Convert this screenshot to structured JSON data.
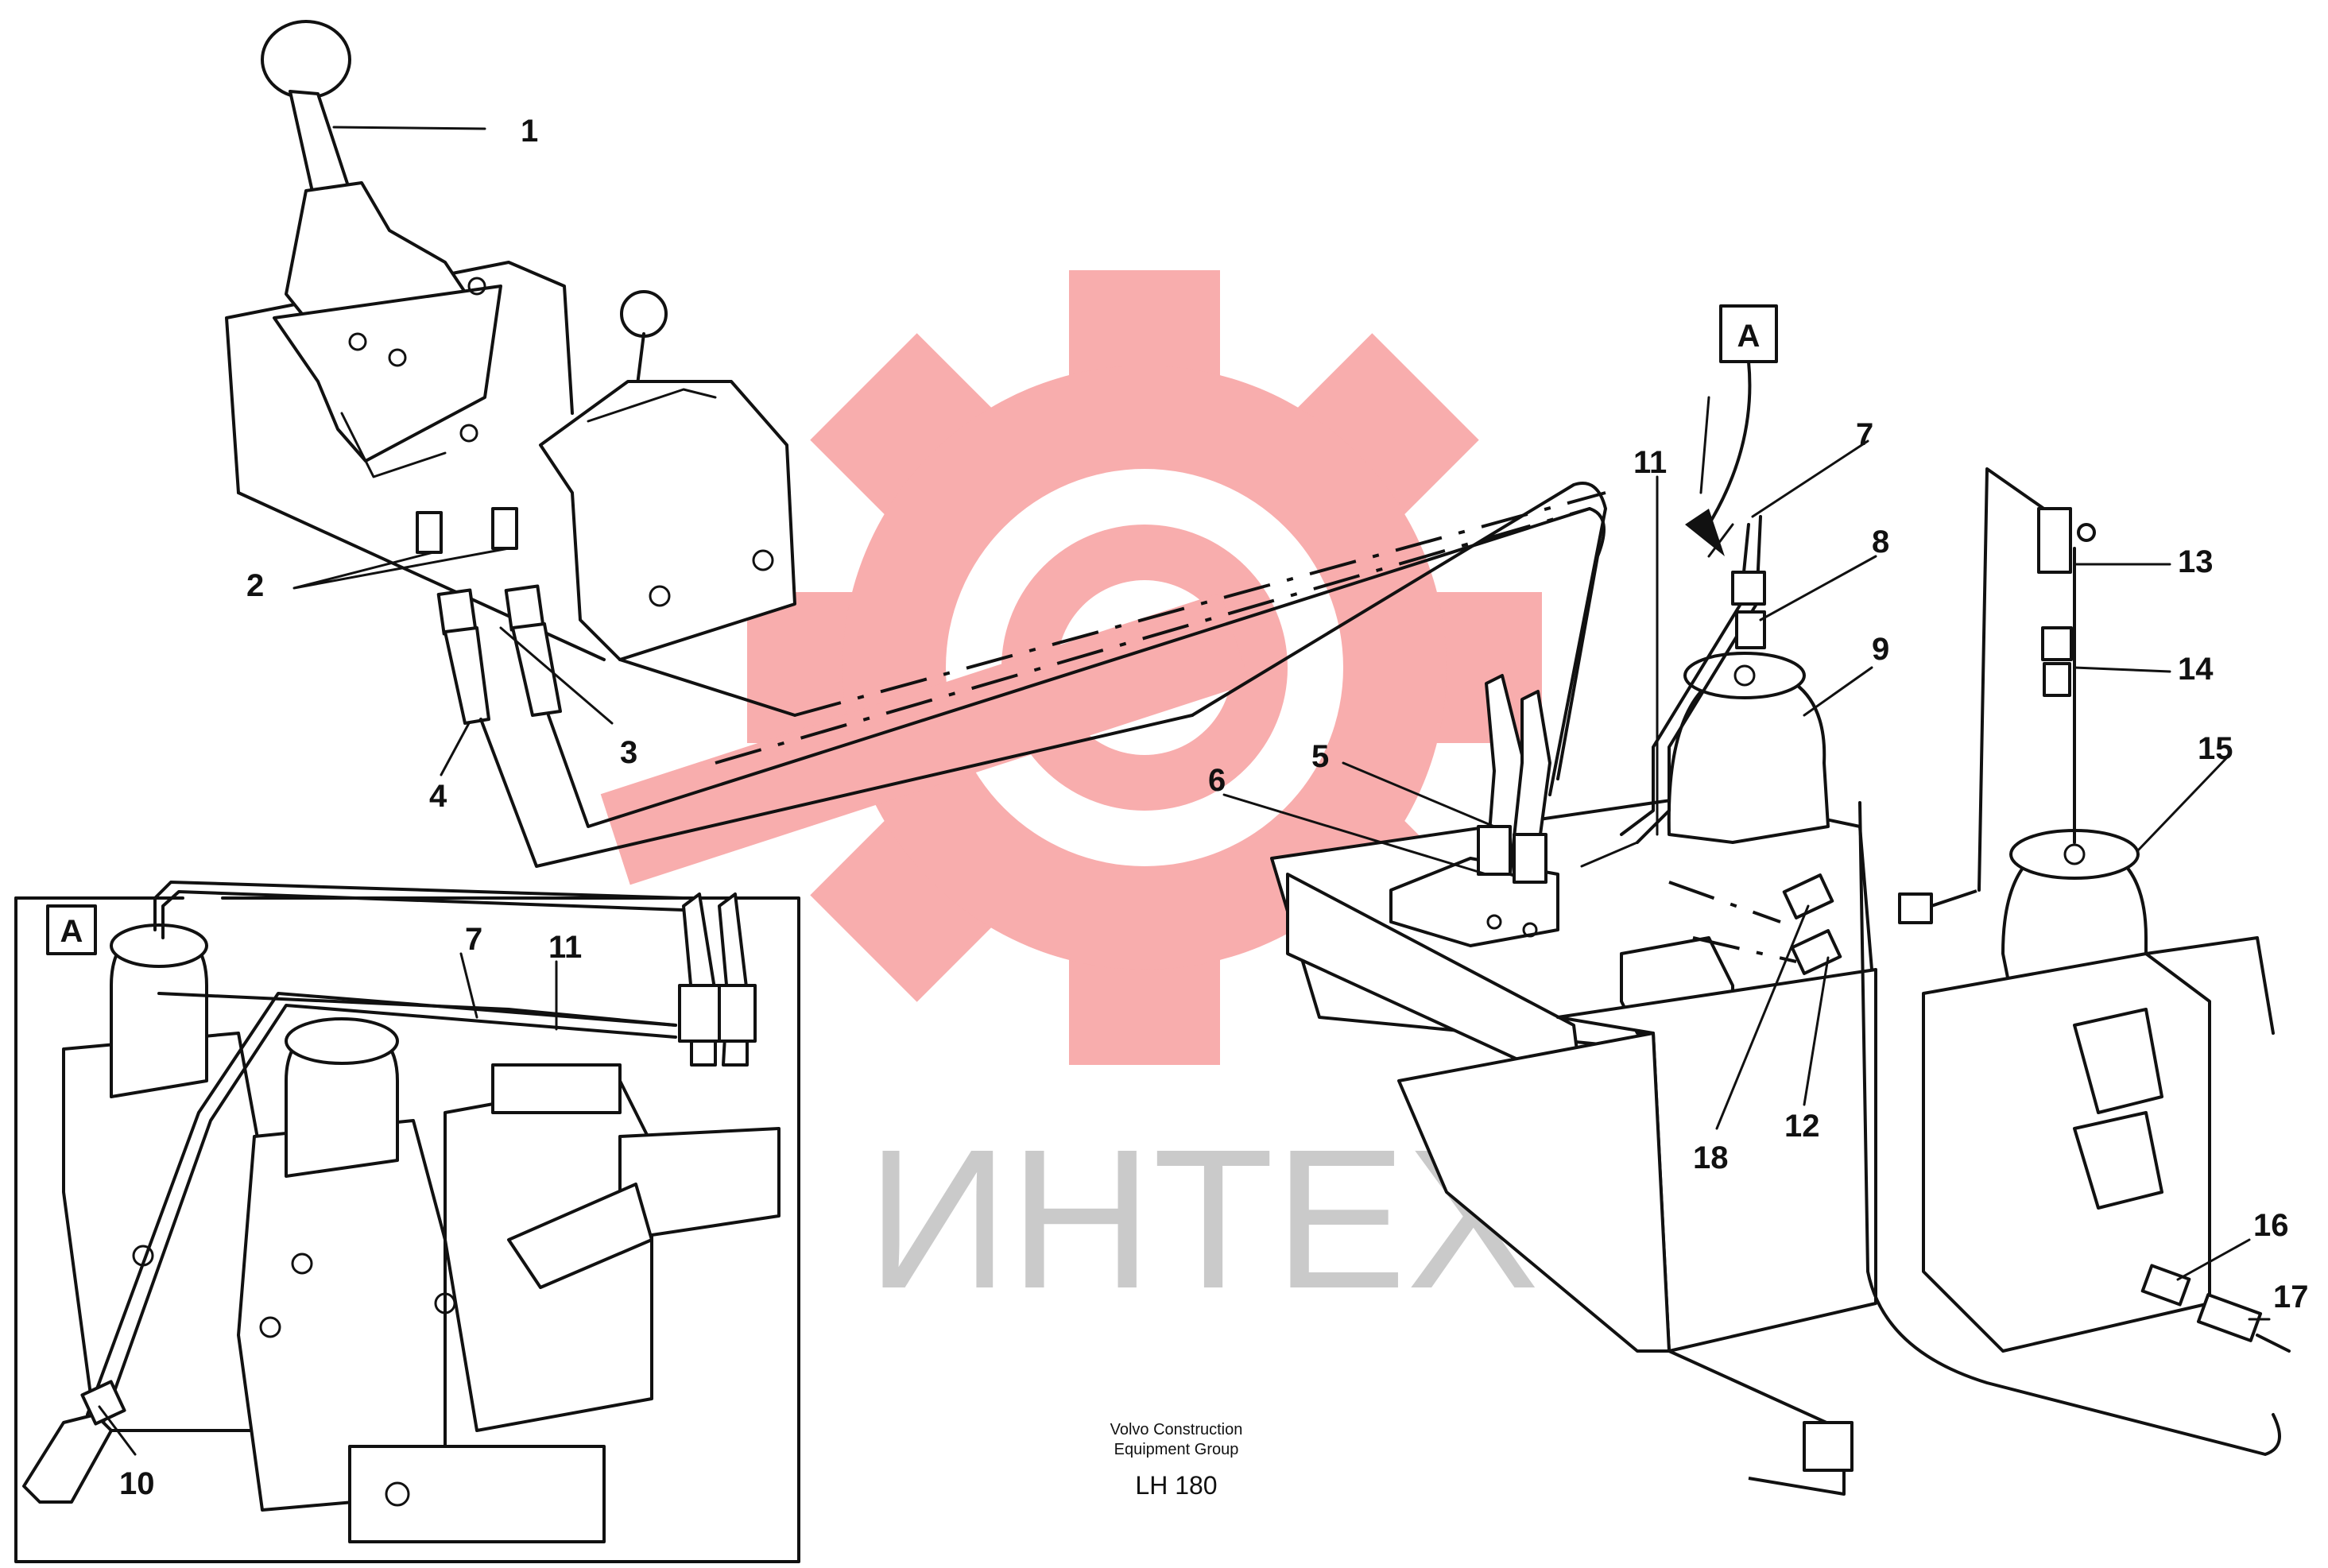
{
  "watermark": {
    "text": "ИНТЕХ",
    "gear_color": "#f26a6a",
    "text_color": "#bdbdbd"
  },
  "callouts": [
    "1",
    "2",
    "3",
    "4",
    "5",
    "6",
    "7",
    "8",
    "9",
    "11",
    "12",
    "13",
    "14",
    "15",
    "16",
    "17",
    "18"
  ],
  "view_marker": "A",
  "inset": {
    "marker": "A",
    "callouts": [
      "7",
      "11",
      "10"
    ]
  },
  "caption": {
    "line1": "Volvo Construction",
    "line2": "Equipment Group",
    "model": "LH 180"
  }
}
